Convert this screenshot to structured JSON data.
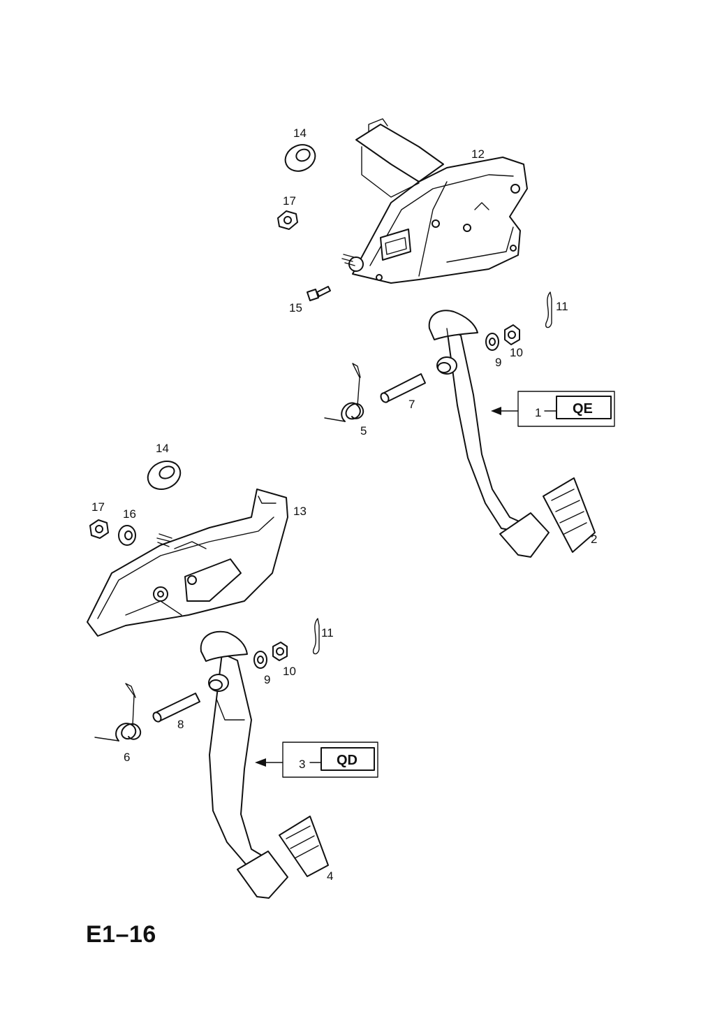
{
  "page_code": "E1–16",
  "callouts": {
    "c1": "1",
    "c2": "2",
    "c3": "3",
    "c4": "4",
    "c5": "5",
    "c6": "6",
    "c7": "7",
    "c8": "8",
    "c9a": "9",
    "c9b": "9",
    "c10a": "10",
    "c10b": "10",
    "c11a": "11",
    "c11b": "11",
    "c12": "12",
    "c13": "13",
    "c14a": "14",
    "c14b": "14",
    "c15": "15",
    "c16": "16",
    "c17a": "17",
    "c17b": "17"
  },
  "variant_boxes": {
    "qe": {
      "index": "1",
      "code": "QE"
    },
    "qd": {
      "index": "3",
      "code": "QD"
    }
  }
}
